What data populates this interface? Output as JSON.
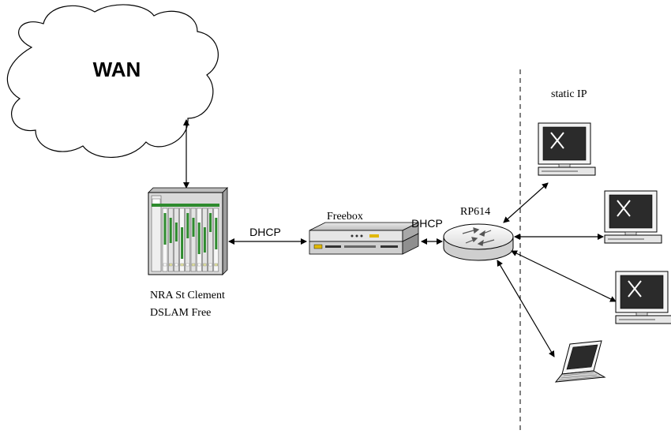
{
  "wan": {
    "label": "WAN"
  },
  "dslam": {
    "line1": "NRA St Clement",
    "line2": "DSLAM Free"
  },
  "links": {
    "dslam_freebox": "DHCP",
    "freebox_router": "DHCP"
  },
  "freebox": {
    "label": "Freebox"
  },
  "router": {
    "label": "RP614"
  },
  "lan": {
    "zone_label": "static IP"
  },
  "colors": {
    "line": "#000000",
    "rack_green": "#2e8b2e",
    "rack_body": "#d9d9d9",
    "screen": "#2b2b2b",
    "router_fill": "#f2f2f2",
    "freebox_led": "#e0b800"
  }
}
